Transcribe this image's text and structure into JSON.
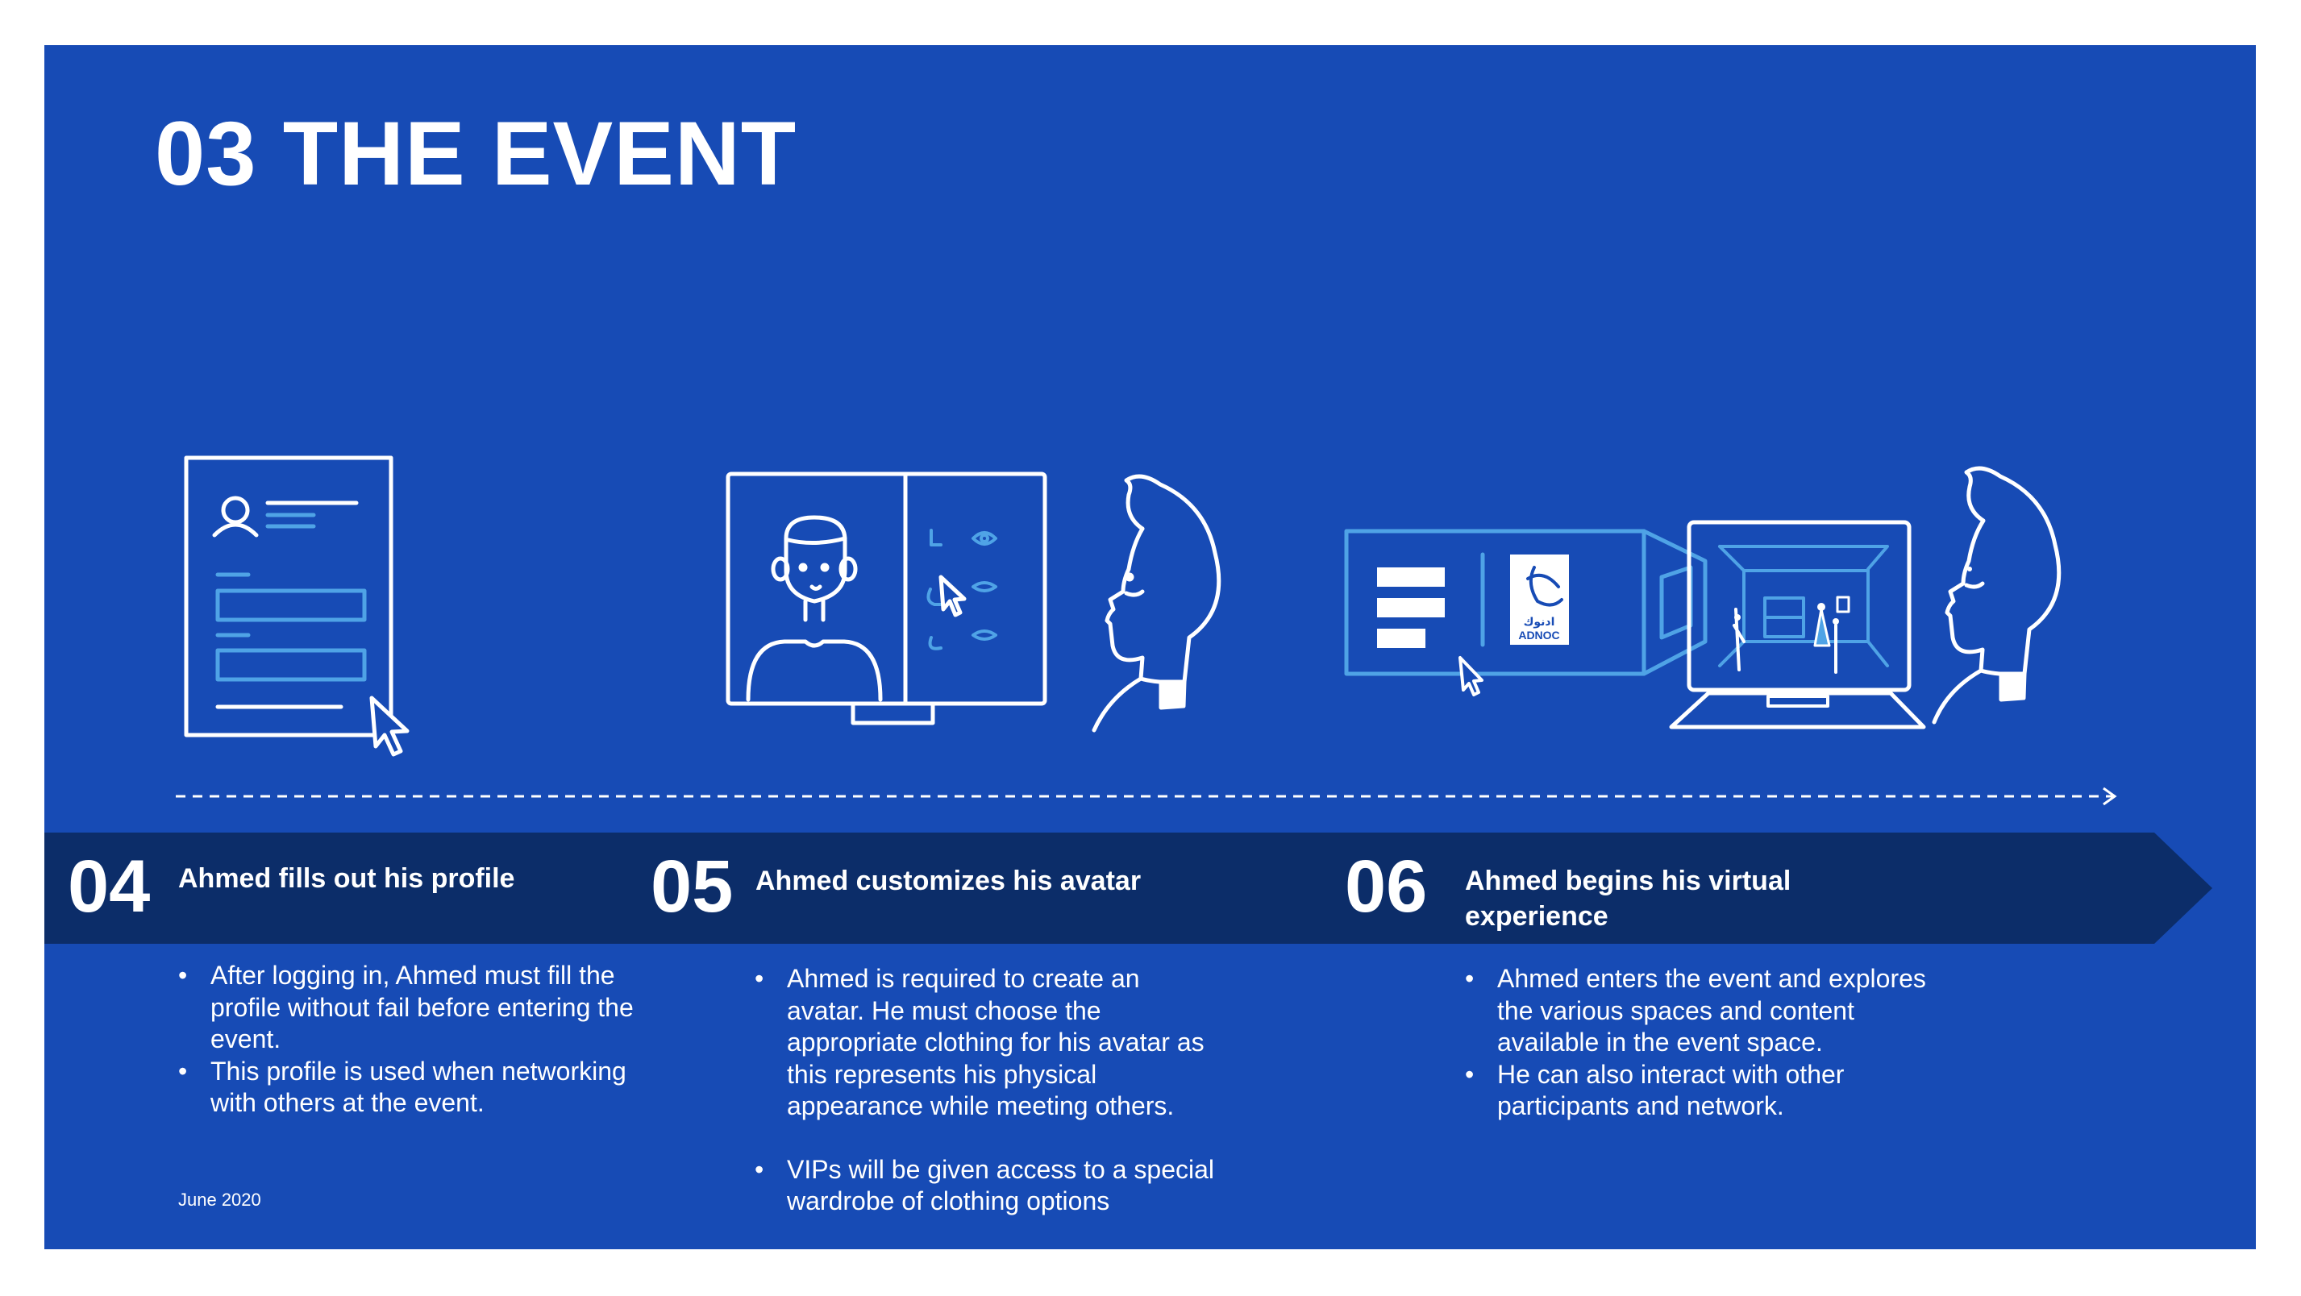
{
  "slide": {
    "title": "03 THE EVENT",
    "footer_date": "June 2020",
    "colors": {
      "background": "#174bb5",
      "band": "#0c2d69",
      "accent_light": "#4fa3e6",
      "text": "#ffffff"
    }
  },
  "illustrations": {
    "profile_form": {
      "icon": "profile-form-icon"
    },
    "avatar_builder": {
      "icon": "avatar-builder-icon"
    },
    "virtual_event": {
      "icon": "virtual-event-icon",
      "logo_text": "ADNOC",
      "logo_arabic": "ادنوك"
    }
  },
  "steps": [
    {
      "number": "04",
      "heading": "Ahmed fills out his profile",
      "bullets": [
        "After logging in, Ahmed must fill the profile without fail before entering the event.",
        "This profile is used when networking with others at the event."
      ]
    },
    {
      "number": "05",
      "heading": "Ahmed customizes his avatar",
      "bullets": [
        "Ahmed is required to create an avatar. He must choose the appropriate clothing for his avatar as this represents his physical appearance while meeting others.",
        "VIPs will be given access to a special wardrobe of clothing options"
      ]
    },
    {
      "number": "06",
      "heading": "Ahmed begins his virtual experience",
      "bullets": [
        "Ahmed enters the event and explores the various spaces and content available in the event space.",
        "He can also interact with other participants and network."
      ]
    }
  ]
}
